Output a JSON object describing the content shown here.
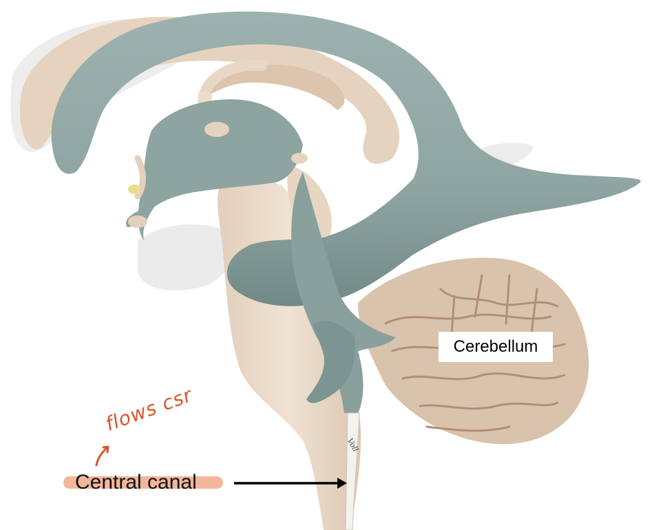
{
  "labels": {
    "cerebellum": "Cerebellum",
    "central_canal": "Central canal",
    "hand_note": "flows csr",
    "artist_signature": "Voll"
  },
  "colors": {
    "ventricle": "#8fa5a2",
    "ventricle_dark": "#6f8784",
    "tissue": "#ead9c7",
    "tissue_shadow": "#d6c0aa",
    "cerebellum_fold": "#b89d86",
    "ghost_gray": "#e9eaea",
    "highlight_orange": "#f2b69a",
    "note_orange": "#d8562a",
    "arrow": "#000000"
  },
  "icons": {
    "note_arrow": "hand-drawn-arrow-icon",
    "pointer_arrow": "right-arrow-icon"
  }
}
